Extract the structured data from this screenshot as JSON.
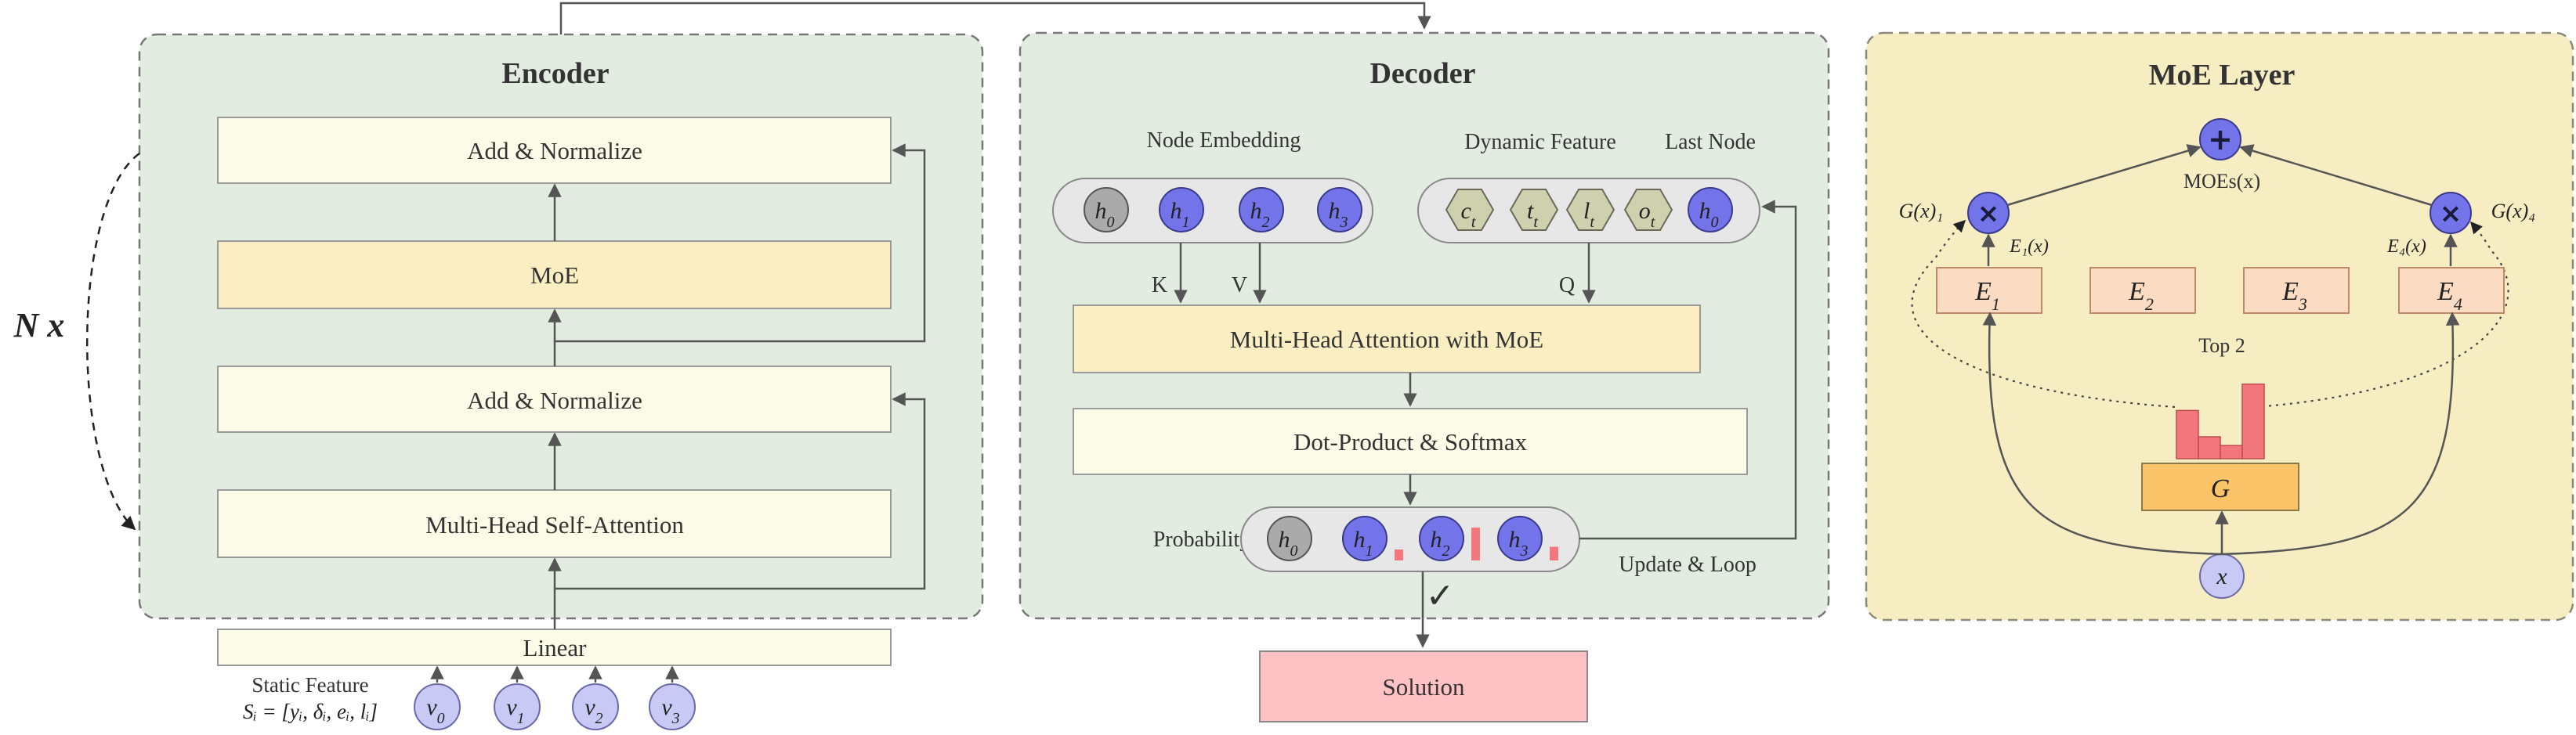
{
  "encoder": {
    "title": "Encoder",
    "repeat_label": "N x",
    "blocks": [
      "Add & Normalize",
      "MoE",
      "Add & Normalize",
      "Multi-Head Self-Attention"
    ],
    "linear_label": "Linear",
    "static_feature_label": "Static Feature",
    "static_feature_formula": "Sᵢ = [yᵢ, δᵢ, eᵢ, lᵢ]",
    "inputs": [
      {
        "base": "v",
        "sub": "0"
      },
      {
        "base": "v",
        "sub": "1"
      },
      {
        "base": "v",
        "sub": "2"
      },
      {
        "base": "v",
        "sub": "3"
      }
    ]
  },
  "decoder": {
    "title": "Decoder",
    "node_embedding_label": "Node Embedding",
    "dynamic_feature_label": "Dynamic Feature",
    "last_node_label": "Last Node",
    "node_embeddings": [
      {
        "base": "h",
        "sub": "0"
      },
      {
        "base": "h",
        "sub": "1"
      },
      {
        "base": "h",
        "sub": "2"
      },
      {
        "base": "h",
        "sub": "3"
      }
    ],
    "dynamic_features": [
      {
        "base": "c",
        "sub": "t"
      },
      {
        "base": "t",
        "sub": "t"
      },
      {
        "base": "l",
        "sub": "t"
      },
      {
        "base": "o",
        "sub": "t"
      }
    ],
    "last_node": {
      "base": "h",
      "sub": "0"
    },
    "key_label": "K",
    "value_label": "V",
    "query_label": "Q",
    "attention_label": "Multi-Head Attention with MoE",
    "softmax_label": "Dot-Product & Softmax",
    "probability_label": "Probability",
    "probability_nodes": [
      {
        "base": "h",
        "sub": "0",
        "prob": 0
      },
      {
        "base": "h",
        "sub": "1",
        "prob": 0.2
      },
      {
        "base": "h",
        "sub": "2",
        "prob": 0.6
      },
      {
        "base": "h",
        "sub": "3",
        "prob": 0.25
      }
    ],
    "update_loop_label": "Update & Loop",
    "checkmark": "✓",
    "solution_label": "Solution"
  },
  "moe_layer": {
    "title": "MoE Layer",
    "sum_symbol": "+",
    "output_label": "MOEs(x)",
    "gate_left_label": "G(x)₁",
    "gate_right_label": "G(x)₄",
    "multiply_symbol": "×",
    "expert_out_left": "E₁(x)",
    "expert_out_right": "E₄(x)",
    "experts": [
      {
        "base": "E",
        "sub": "1"
      },
      {
        "base": "E",
        "sub": "2"
      },
      {
        "base": "E",
        "sub": "3"
      },
      {
        "base": "E",
        "sub": "4"
      }
    ],
    "top_k_label": "Top 2",
    "gate_scores": [
      0.55,
      0.25,
      0.15,
      0.85
    ],
    "gate_label": "G",
    "input_label": "x"
  },
  "colors": {
    "panel_green": "#e3ece1",
    "panel_yellow": "#f6edc2",
    "block_light": "#fbfbe8",
    "block_moe": "#faeec2",
    "node_purple": "#7474ea",
    "node_gray": "#aaaaaa",
    "node_hex": "#cdd1ae",
    "input_node": "#c9c9f6",
    "expert": "#fbdcc2",
    "gate": "#fcc468",
    "bars": "#f3787e",
    "solution": "#ffc2c4"
  }
}
